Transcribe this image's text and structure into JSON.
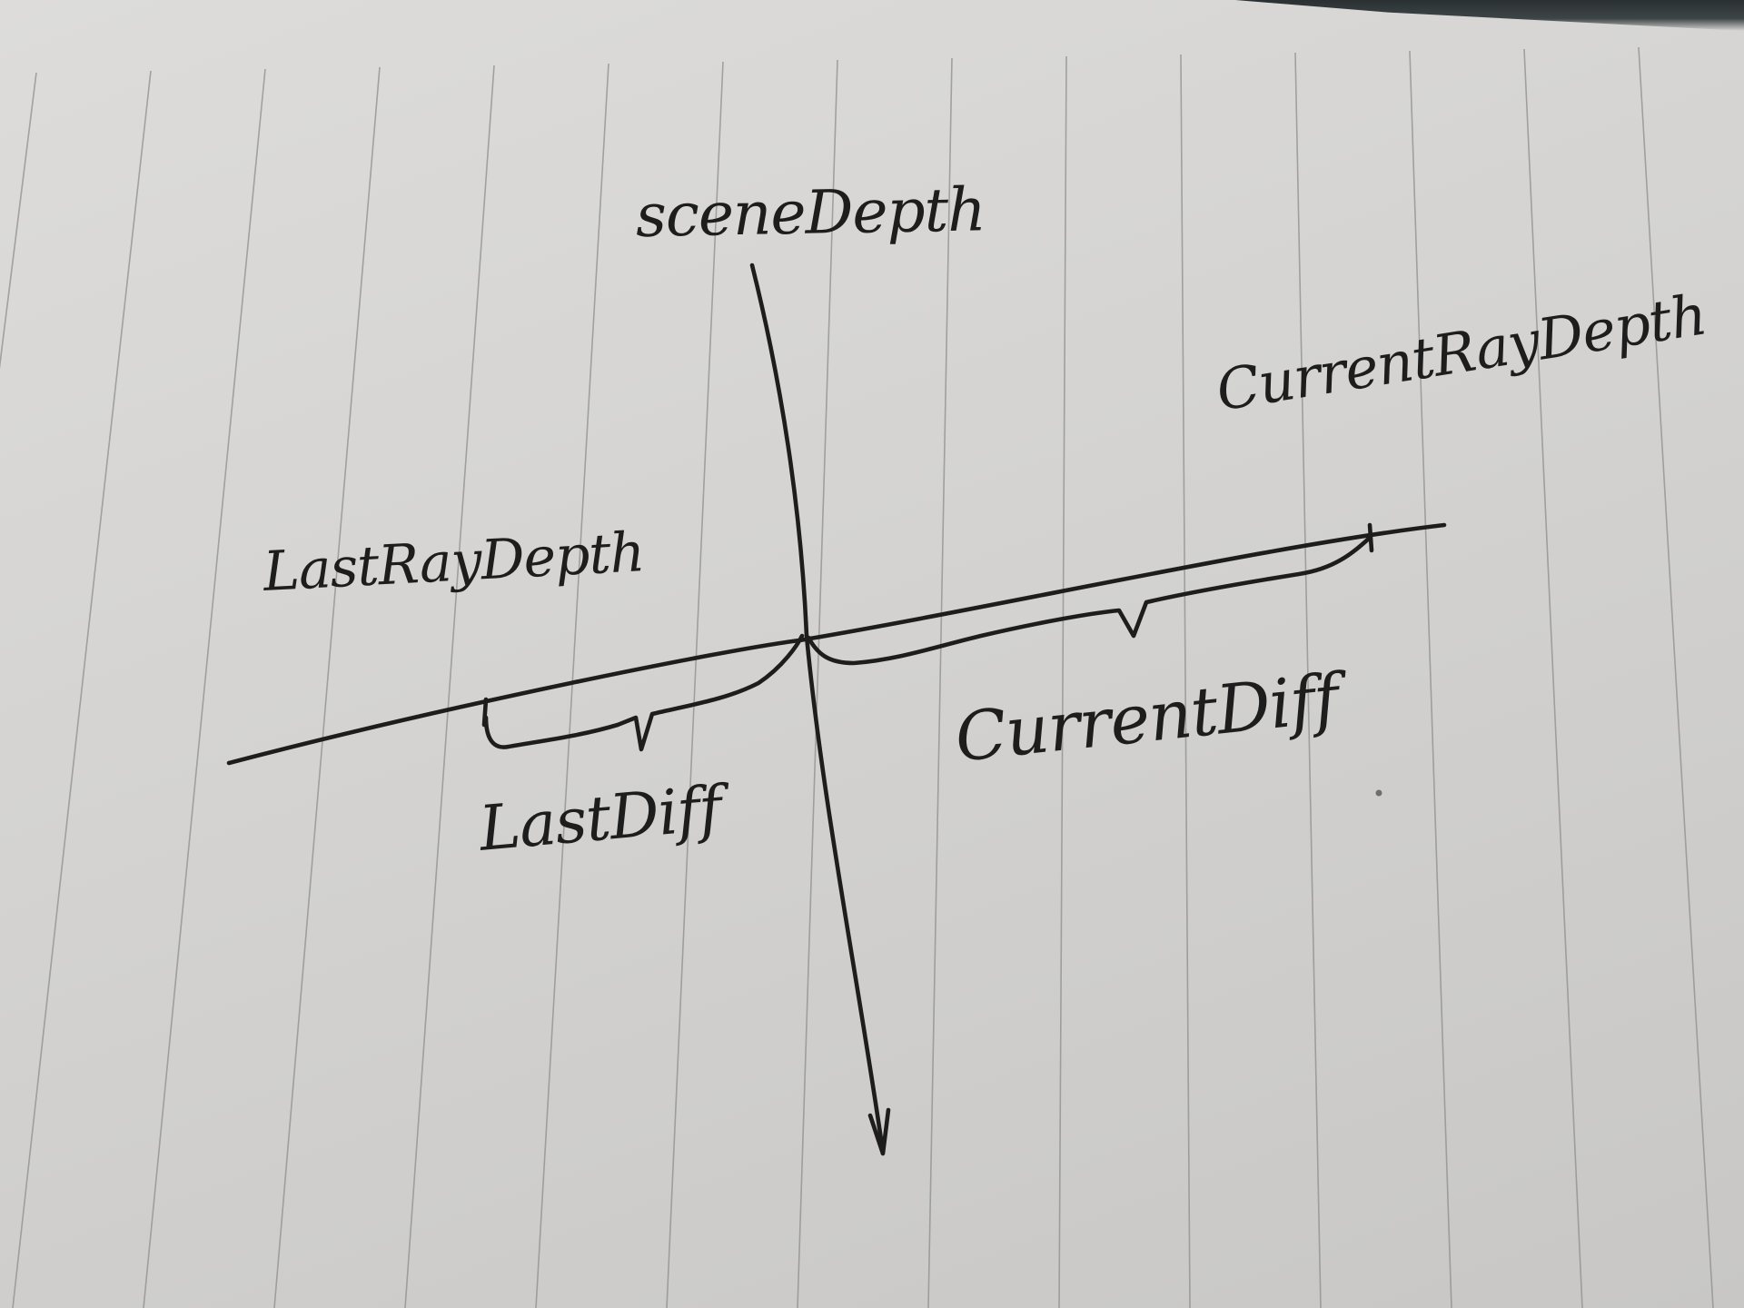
{
  "diagram": {
    "labels": {
      "scene_depth": "sceneDepth",
      "current_ray_depth": "CurrentRayDepth",
      "last_ray_depth": "LastRayDepth",
      "last_diff": "LastDiff",
      "current_diff": "CurrentDiff"
    },
    "colors": {
      "ink": "#1d1d1d",
      "paper": "#d8d7d5",
      "rule_lines": "#8f8e8c"
    }
  }
}
